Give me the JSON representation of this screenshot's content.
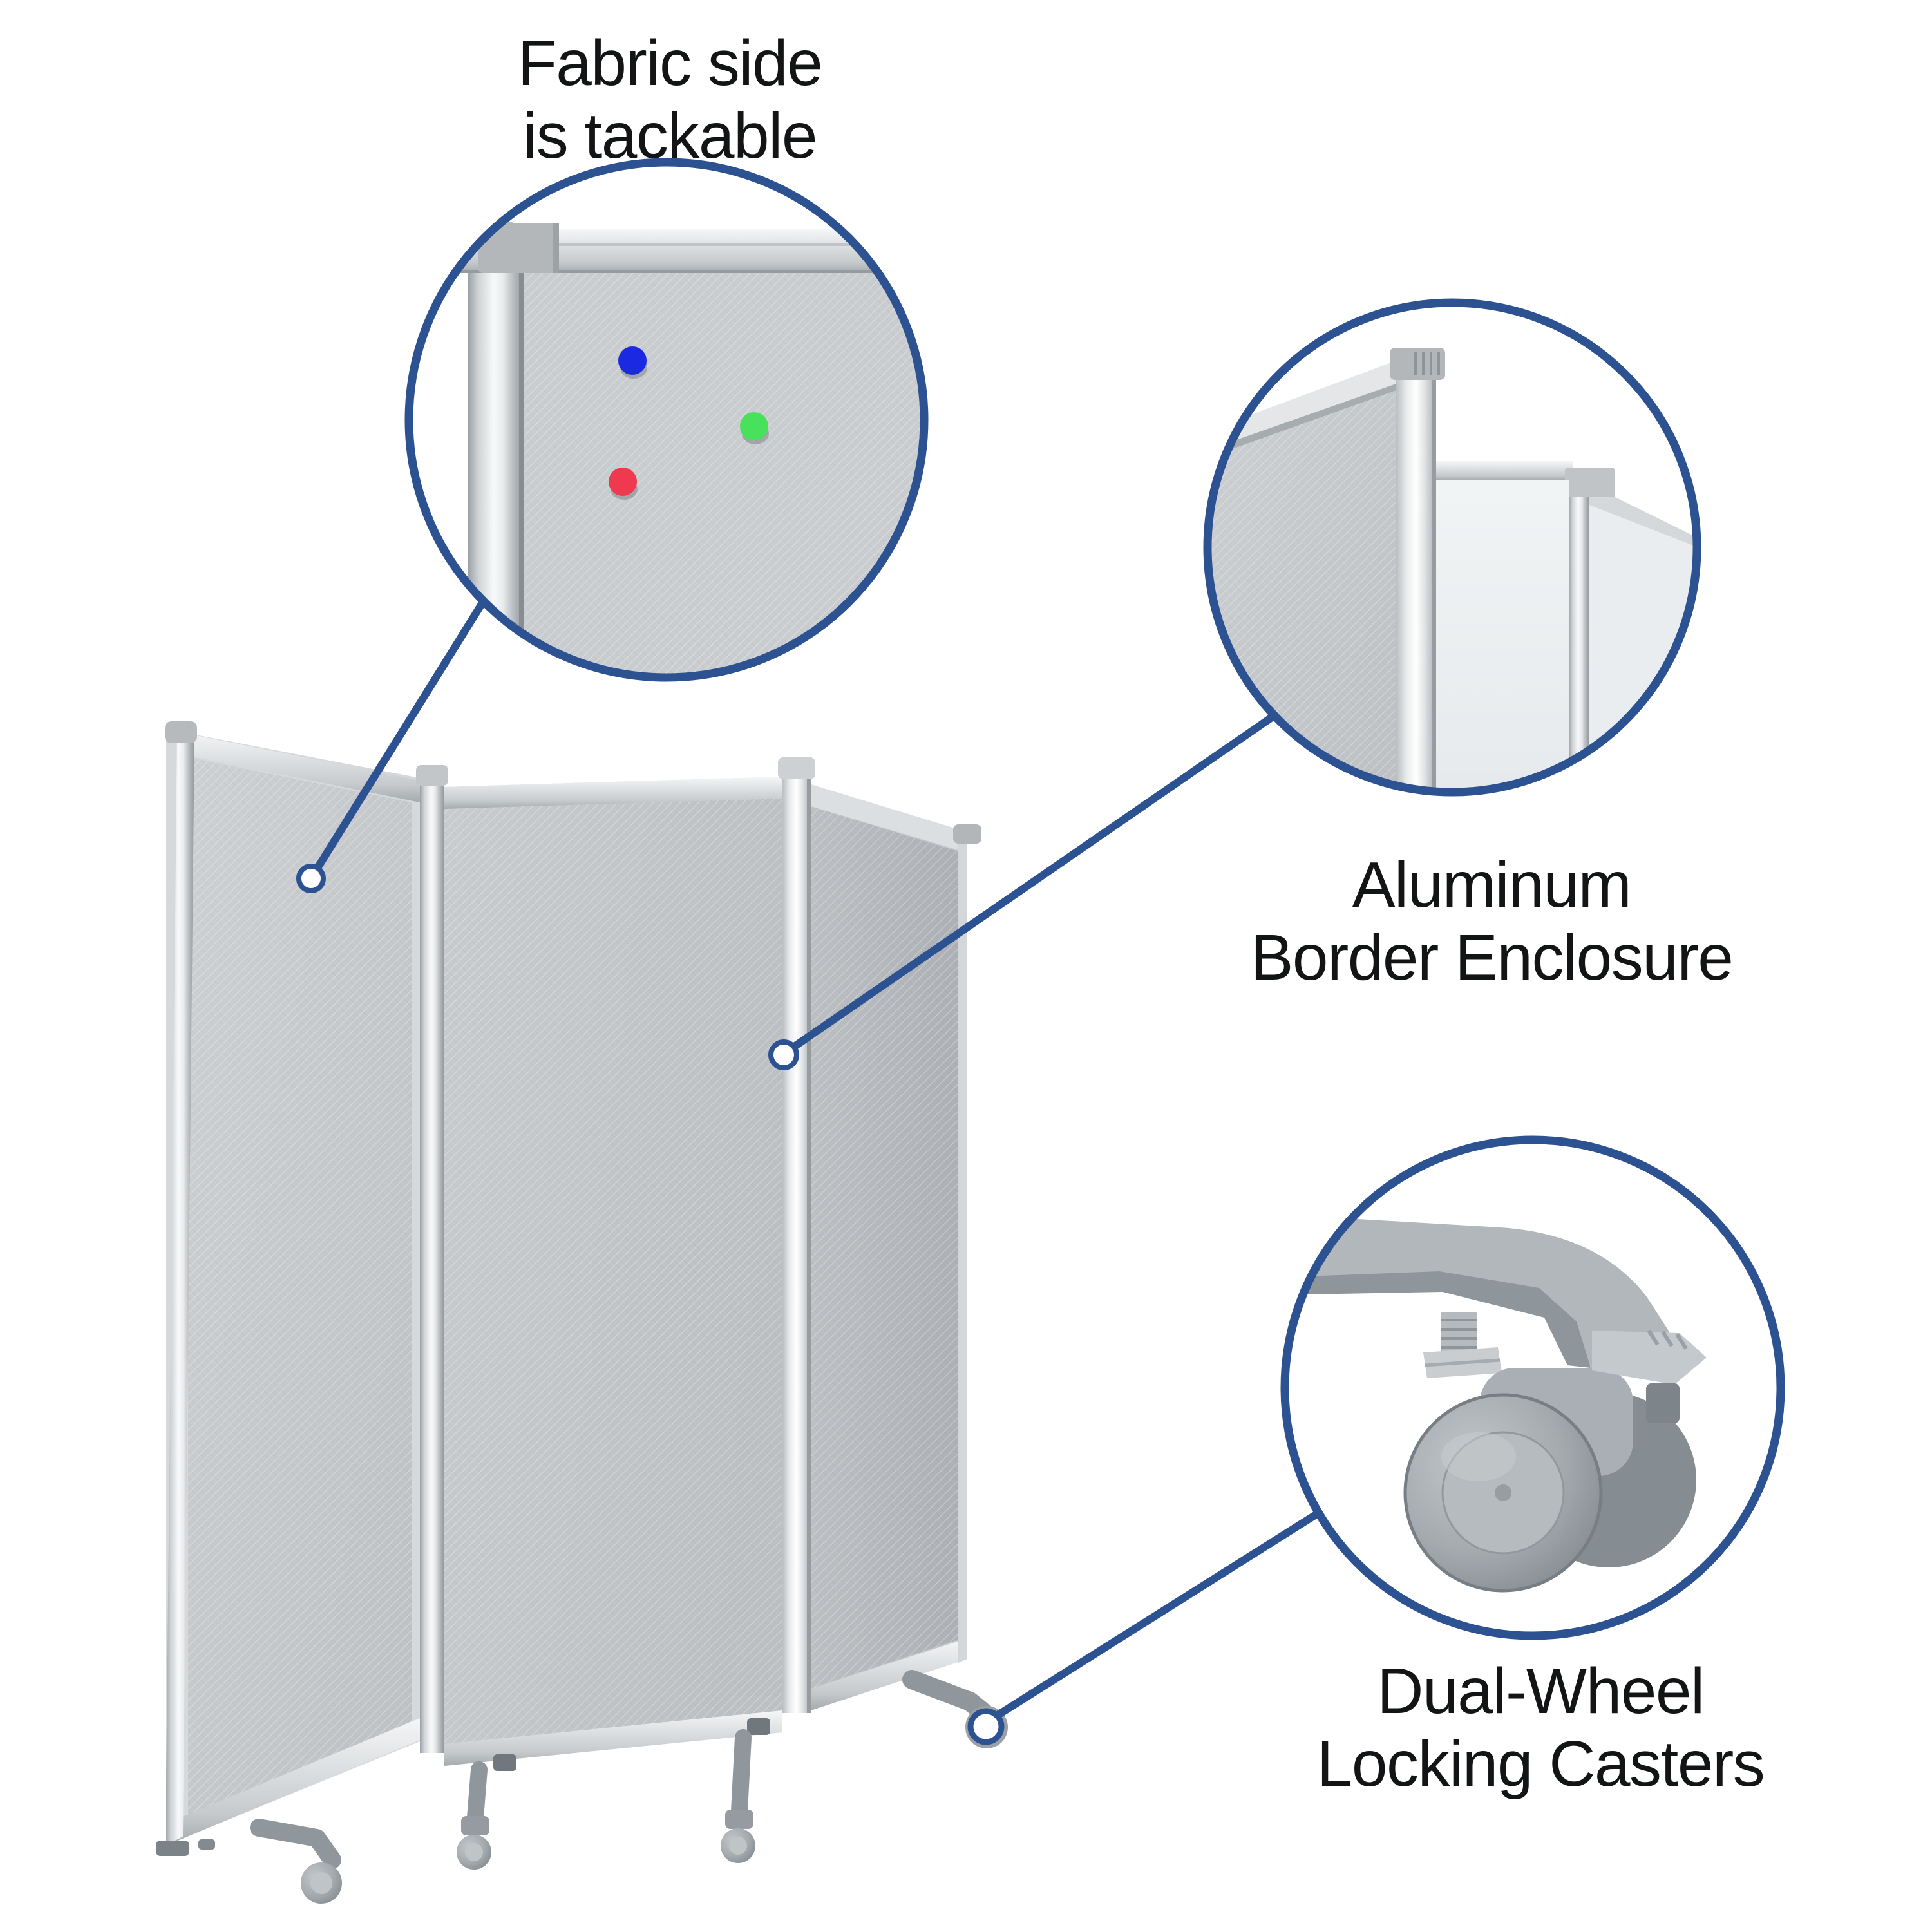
{
  "colors": {
    "background": "#ffffff",
    "accent_blue": "#2d5292",
    "text": "#131416",
    "panel_fabric": "#c7cacd",
    "panel_fabric_dark": "#b3b7ba",
    "aluminum": "#e6e8ea",
    "caster_grey": "#9aa1a6",
    "pale_panel": "#edf1f3"
  },
  "callouts": {
    "fabric": {
      "label_line1": "Fabric side",
      "label_line2": "is tackable"
    },
    "aluminum": {
      "label_line1": "Aluminum",
      "label_line2": "Border Enclosure"
    },
    "casters": {
      "label_line1": "Dual-Wheel",
      "label_line2": "Locking Casters"
    }
  },
  "pins": [
    {
      "name": "blue-pin",
      "color": "#1b2ae2"
    },
    {
      "name": "green-pin",
      "color": "#47e15c"
    },
    {
      "name": "red-pin",
      "color": "#ef394f"
    }
  ]
}
